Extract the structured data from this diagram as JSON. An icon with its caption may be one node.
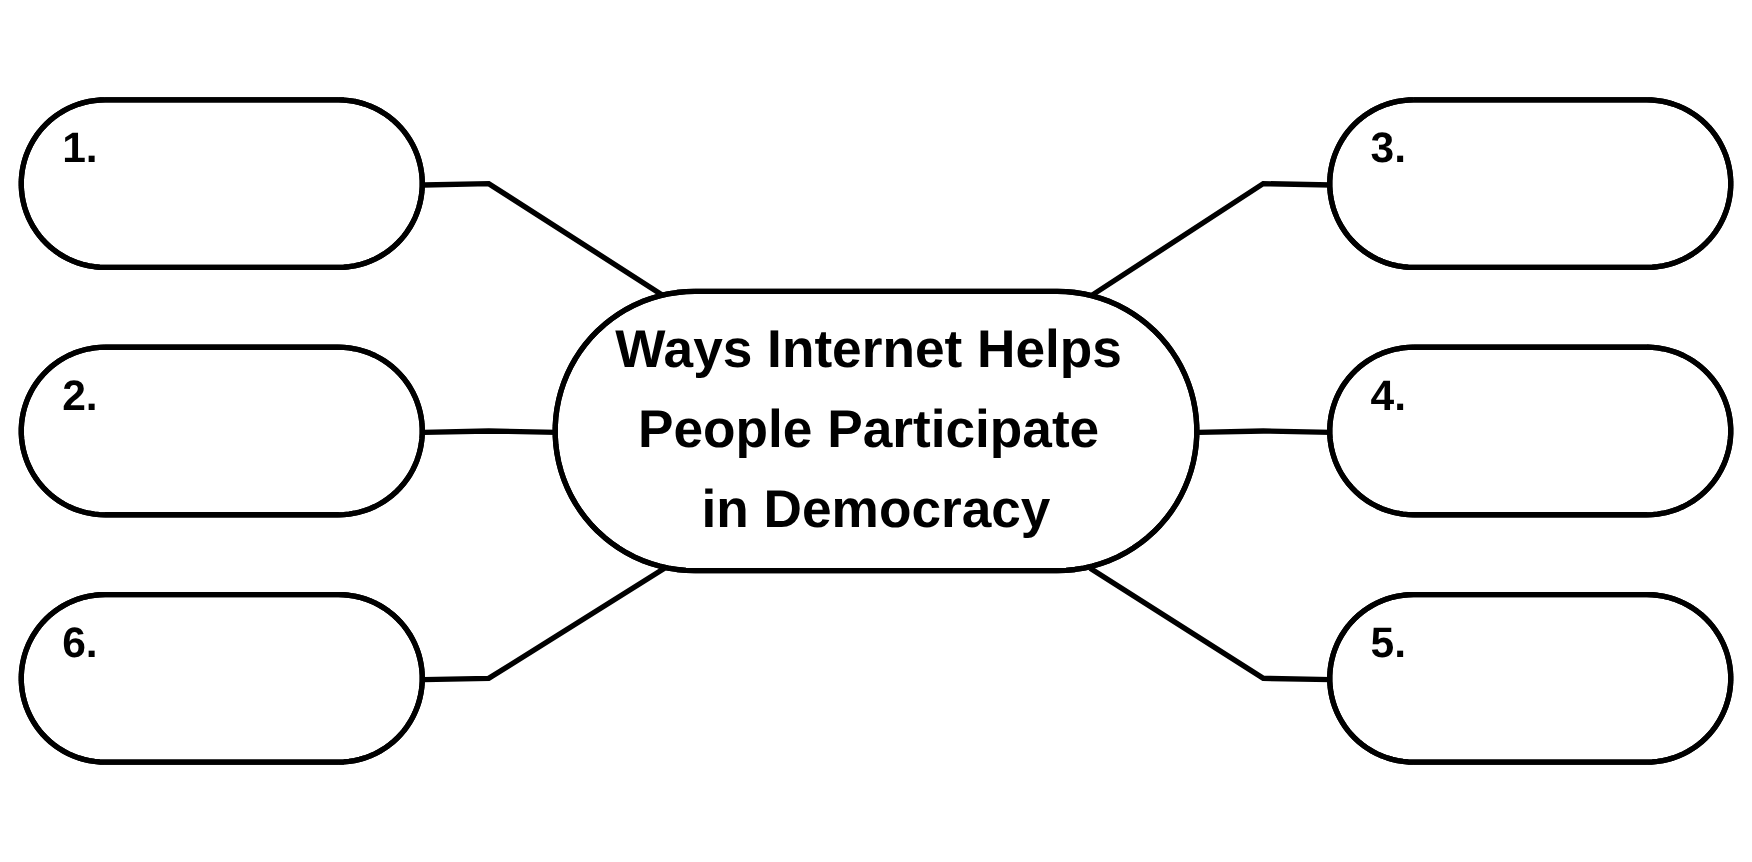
{
  "diagram": {
    "nodes": [
      {
        "text": [
          "Ways Internet Helps People Participate in Democracy"
        ]
      },
      {
        "text": [
          "1."
        ]
      },
      {
        "text": [
          "2."
        ]
      },
      {
        "text": [
          "3."
        ]
      },
      {
        "text": [
          "4."
        ]
      },
      {
        "text": [
          "5."
        ]
      },
      {
        "text": [
          "6."
        ]
      }
    ],
    "edges": [
      {
        "from": 1,
        "to": 0,
        "arrow": "none"
      },
      {
        "from": 2,
        "to": 0,
        "arrow": "none"
      },
      {
        "from": 6,
        "to": 0,
        "arrow": "none"
      },
      {
        "from": 0,
        "to": 3,
        "arrow": "none"
      },
      {
        "from": 0,
        "to": 4,
        "arrow": "none"
      },
      {
        "from": 0,
        "to": 5,
        "arrow": "none"
      }
    ]
  }
}
